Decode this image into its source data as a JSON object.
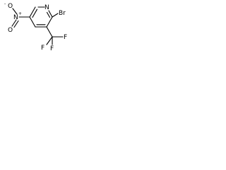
{
  "molecule": {
    "atoms": {
      "ring_nitrogen": "N",
      "bromine": "Br",
      "nitro_nitrogen": "N",
      "nitro_oxygen_top": "O",
      "nitro_oxygen_bottom": "O",
      "fluorine_1": "F",
      "fluorine_2": "F",
      "fluorine_3": "F"
    },
    "charges": {
      "nitro_nitrogen": "+",
      "nitro_oxygen_top": "-"
    }
  }
}
